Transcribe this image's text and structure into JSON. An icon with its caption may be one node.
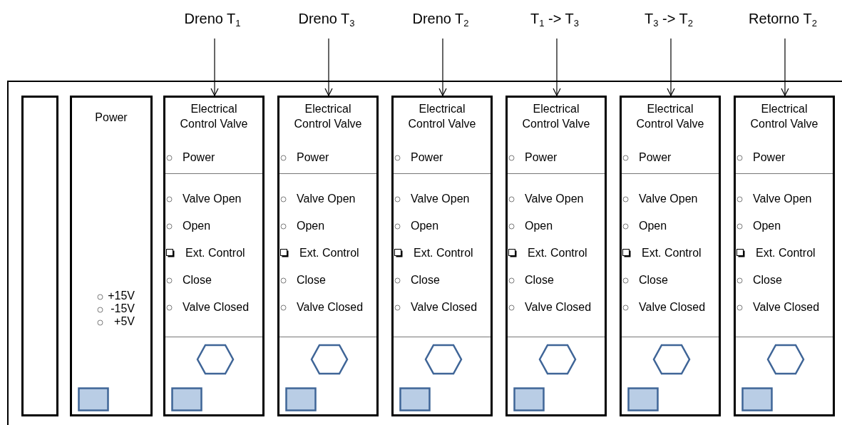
{
  "diagram": {
    "nodes": [
      {
        "text": [
          "Dreno T$_{1}$"
        ]
      },
      {
        "text": [
          "Dreno T$_{3}$"
        ]
      },
      {
        "text": [
          "Dreno T$_{2}$"
        ]
      },
      {
        "text": [
          "T$_{1}$ -> T$_{3}$"
        ]
      },
      {
        "text": [
          "T$_{3}$ -> T$_{2}$"
        ]
      },
      {
        "text": [
          "Retorno T$_{2}$"
        ]
      },
      {
        "text": [],
        "shape": "box"
      },
      {
        "text": [],
        "shape": "box",
        "in": 6
      },
      {
        "text": [
          "Power",
          "+15V",
          "-15V",
          "+5V"
        ],
        "in": 6
      },
      {
        "text": [
          "Electrical Control Valve",
          "Power",
          "Valve Open",
          "Open",
          "Ext. Control",
          "Close",
          "Valve Closed"
        ],
        "in": 6
      },
      {
        "text": [
          "Electrical Control Valve",
          "Power",
          "Valve Open",
          "Open",
          "Ext. Control",
          "Close",
          "Valve Closed"
        ],
        "in": 6
      },
      {
        "text": [
          "Electrical Control Valve",
          "Power",
          "Valve Open",
          "Open",
          "Ext. Control",
          "Close",
          "Valve Closed"
        ],
        "in": 6
      },
      {
        "text": [
          "Electrical Control Valve",
          "Power",
          "Valve Open",
          "Open",
          "Ext. Control",
          "Close",
          "Valve Closed"
        ],
        "in": 6
      },
      {
        "text": [
          "Electrical Control Valve",
          "Power",
          "Valve Open",
          "Open",
          "Ext. Control",
          "Close",
          "Valve Closed"
        ],
        "in": 6
      },
      {
        "text": [
          "Electrical Control Valve",
          "Power",
          "Valve Open",
          "Open",
          "Ext. Control",
          "Close",
          "Valve Closed"
        ],
        "in": 6
      }
    ],
    "edges": [
      {
        "from": 0,
        "to": 9,
        "arrow": "to"
      },
      {
        "from": 1,
        "to": 10,
        "arrow": "to"
      },
      {
        "from": 2,
        "to": 11,
        "arrow": "to"
      },
      {
        "from": 3,
        "to": 12,
        "arrow": "to"
      },
      {
        "from": 4,
        "to": 13,
        "arrow": "to"
      },
      {
        "from": 5,
        "to": 14,
        "arrow": "to"
      }
    ]
  }
}
